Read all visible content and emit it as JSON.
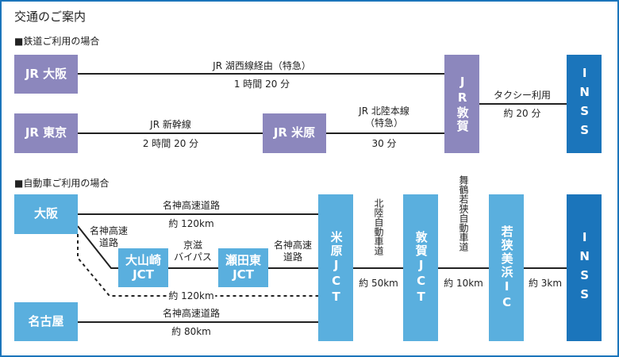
{
  "title": "交通のご案内",
  "rail": {
    "heading": "■鉄道ご利用の場合",
    "osaka": "JR 大阪",
    "tokyo": "JR 東京",
    "maibara": "JR 米原",
    "tsuruga": "JR敦賀",
    "inss": "INSS",
    "osaka_route": "JR 湖西線経由（特急）",
    "osaka_time": "1 時間 20 分",
    "tokyo_route": "JR 新幹線",
    "tokyo_time": "2 時間 20 分",
    "maibara_route": "JR 北陸本線\n（特急）",
    "maibara_time": "30 分",
    "taxi": "タクシー利用",
    "taxi_time": "約 20 分"
  },
  "car": {
    "heading": "■自動車ご利用の場合",
    "osaka": "大阪",
    "nagoya": "名古屋",
    "oyamazaki": "大山崎\nJCT",
    "setahigashi": "瀬田東\nJCT",
    "maibara_jct": "米原JCT",
    "tsuruga_jct": "敦賀JCT",
    "mihama_ic": "若狭美浜IC",
    "inss": "INSS",
    "meishin": "名神高速道路",
    "osaka_dist": "約 120km",
    "meishin_short": "名神高速\n道路",
    "keiji": "京滋\nバイパス",
    "meishin_short2": "名神高速\n道路",
    "alt_dist": "約 120km",
    "nagoya_road": "名神高速道路",
    "nagoya_dist": "約 80km",
    "hokuriku": "北陸自動車道",
    "hokuriku_dist": "約 50km",
    "maizuru": "舞鶴若狭自動車道",
    "maizuru_dist": "約 10km",
    "final_dist": "約 3km"
  }
}
